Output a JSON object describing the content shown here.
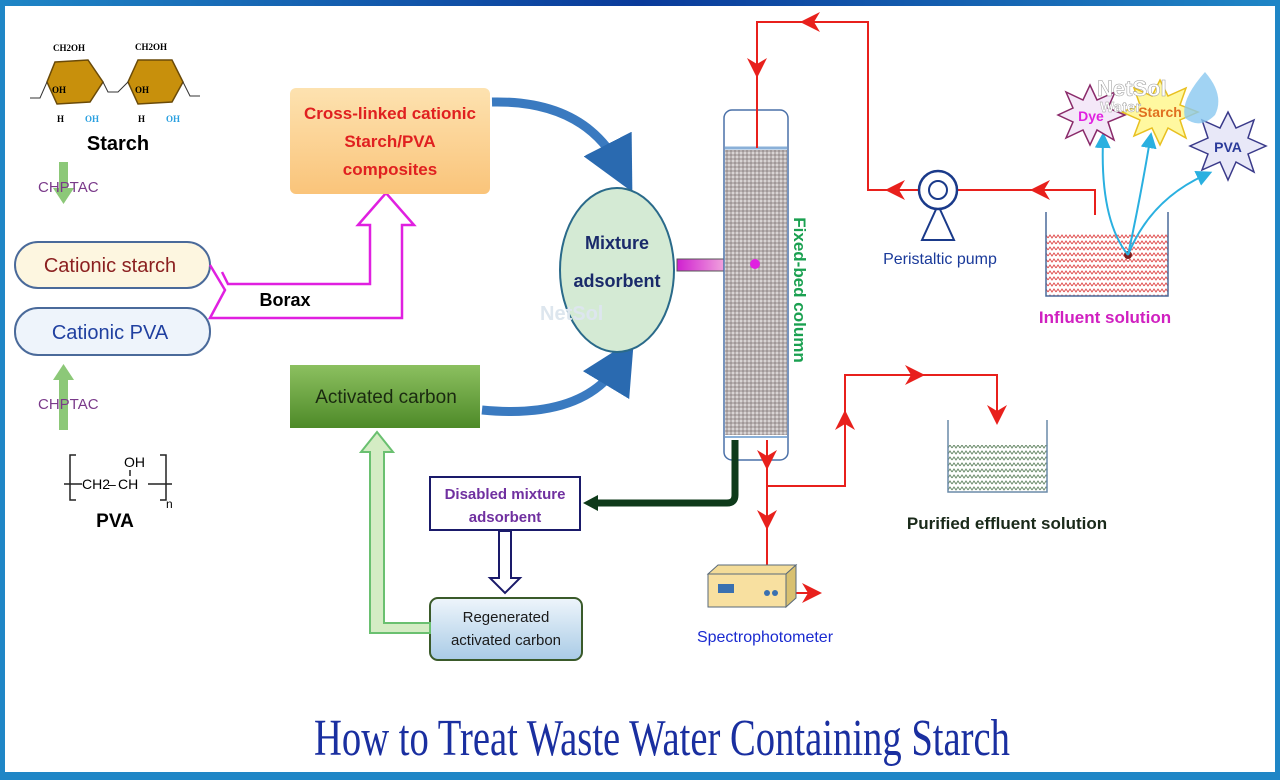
{
  "starch": {
    "label": "Starch",
    "group_top": "CH2OH",
    "h": "H",
    "oh": "OH"
  },
  "reagent_top": "CHPTAC",
  "reagent_bottom": "CHPTAC",
  "cationic_starch": "Cationic starch",
  "cationic_pva": "Cationic PVA",
  "pva": {
    "label": "PVA",
    "oh": "OH",
    "ch2": "CH2",
    "ch": "CH",
    "n": "n"
  },
  "borax": "Borax",
  "crosslinked": [
    "Cross-linked cationic",
    "Starch/PVA",
    "composites"
  ],
  "activated_carbon": "Activated carbon",
  "mixture": [
    "Mixture",
    "adsorbent"
  ],
  "column_label": "Fixed-bed column",
  "pump_label": "Peristaltic pump",
  "influent_label": "Influent solution",
  "pollutants": [
    "Dye",
    "Starch",
    "PVA"
  ],
  "disabled": [
    "Disabled mixture",
    "adsorbent"
  ],
  "regenerated": [
    "Regenerated",
    "activated carbon"
  ],
  "spectro_label": "Spectrophotometer",
  "effluent_label": "Purified effluent solution",
  "logo": {
    "line1": "NetSol",
    "line2": "Water"
  },
  "title": "How to Treat Waste Water Containing Starch",
  "colors": {
    "frame": "#1f86c6",
    "title": "#1a2fa0",
    "flow": "#e8201c",
    "borax_pipe": "#e020e0"
  }
}
